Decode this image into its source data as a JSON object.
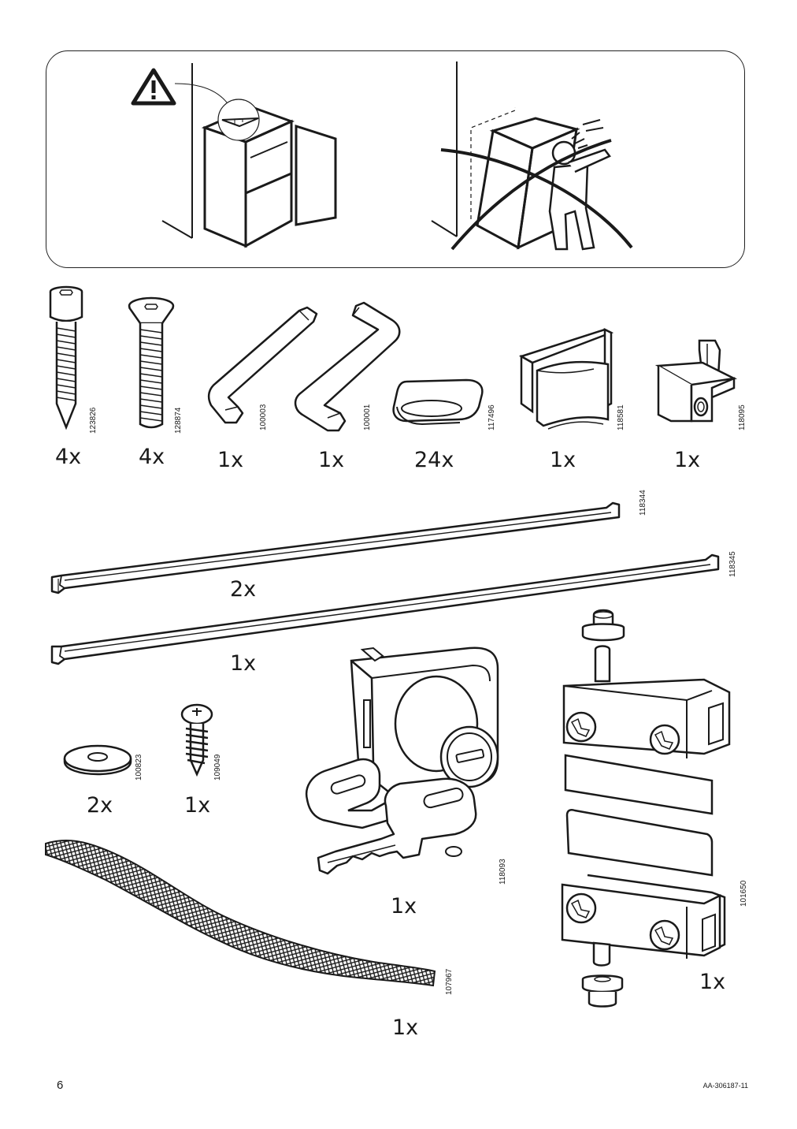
{
  "page": {
    "page_number": "6",
    "doc_code": "AA-306187-11"
  },
  "warning": {
    "icon": "warning-triangle-icon",
    "prohibited_icon": "prohibited-cross-icon"
  },
  "parts": [
    {
      "id": "123826",
      "qty": "4x",
      "icon": "cap-screw-icon"
    },
    {
      "id": "128874",
      "qty": "4x",
      "icon": "flat-head-screw-icon"
    },
    {
      "id": "100003",
      "qty": "1x",
      "icon": "hex-key-icon"
    },
    {
      "id": "100001",
      "qty": "1x",
      "icon": "hex-key-long-icon"
    },
    {
      "id": "117496",
      "qty": "24x",
      "icon": "oval-bumper-icon"
    },
    {
      "id": "118581",
      "qty": "1x",
      "icon": "glass-clip-icon"
    },
    {
      "id": "118095",
      "qty": "1x",
      "icon": "shelf-support-icon"
    },
    {
      "id": "118344",
      "qty": "2x",
      "icon": "rail-profile-icon"
    },
    {
      "id": "118345",
      "qty": "1x",
      "icon": "rail-profile-icon"
    },
    {
      "id": "100823",
      "qty": "2x",
      "icon": "washer-icon"
    },
    {
      "id": "109049",
      "qty": "1x",
      "icon": "wood-screw-icon"
    },
    {
      "id": "118093",
      "qty": "1x",
      "icon": "lock-with-keys-icon"
    },
    {
      "id": "101650",
      "qty": "1x",
      "icon": "glass-door-hinge-icon"
    },
    {
      "id": "107967",
      "qty": "1x",
      "icon": "anti-slip-strip-icon"
    }
  ]
}
